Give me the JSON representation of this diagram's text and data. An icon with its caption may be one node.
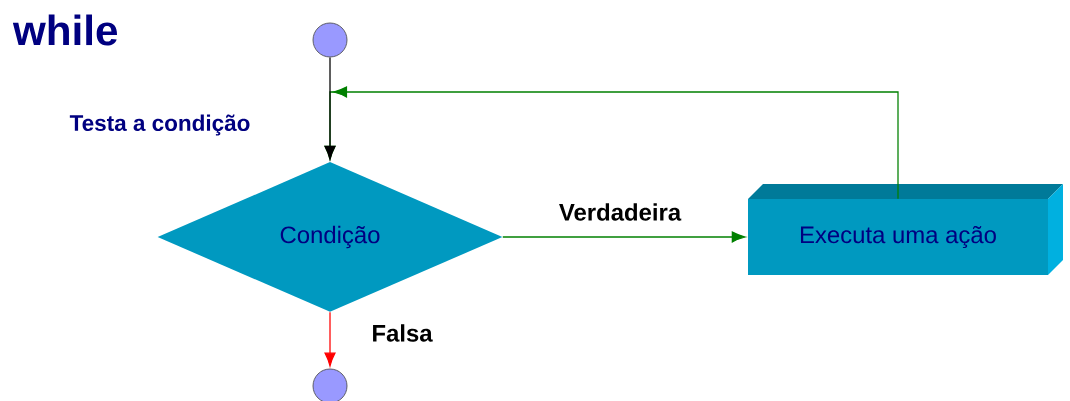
{
  "diagram": {
    "title": "while",
    "nodes": [
      {
        "text": [],
        "shape": "circle"
      },
      {
        "text": [
          "Condição"
        ]
      },
      {
        "text": [
          "Executa uma ação"
        ]
      },
      {
        "text": [],
        "shape": "circle"
      }
    ],
    "edges": [
      {
        "from": 0,
        "to": 1,
        "arrow": "to",
        "label": "Testa a condição",
        "color": "#000000"
      },
      {
        "from": 1,
        "to": 2,
        "arrow": "to",
        "label": "Verdadeira",
        "color": "#008000"
      },
      {
        "from": 2,
        "to": 1,
        "arrow": "to",
        "color": "#008000"
      },
      {
        "from": 1,
        "to": 3,
        "arrow": "to",
        "label": "Falsa",
        "color": "#ff0000"
      }
    ]
  }
}
